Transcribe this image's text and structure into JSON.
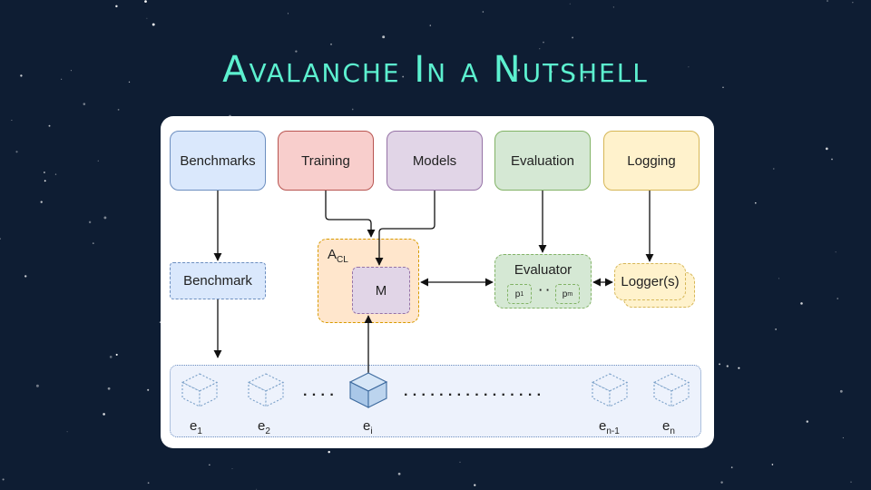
{
  "title": "Avalanche In a Nutshell",
  "components": {
    "benchmarks": "Benchmarks",
    "training": "Training",
    "models": "Models",
    "evaluation": "Evaluation",
    "logging": "Logging"
  },
  "instances": {
    "benchmark": "Benchmark",
    "strategy_base": "A",
    "strategy_sub": "CL",
    "model": "M",
    "evaluator": "Evaluator",
    "plugin_first_base": "p",
    "plugin_first_sub": "1",
    "plugin_last_base": "p",
    "plugin_last_sub": "m",
    "plugin_gap": "· ·",
    "loggers": "Logger(s)"
  },
  "stream": {
    "gap_short": "· · · ·",
    "gap_long": "· · · · · · · · · · · · · · · ·",
    "experiences": [
      {
        "base": "e",
        "sub": "1"
      },
      {
        "base": "e",
        "sub": "2"
      },
      {
        "base": "e",
        "sub": "i"
      },
      {
        "base": "e",
        "sub": "n-1"
      },
      {
        "base": "e",
        "sub": "n"
      }
    ]
  },
  "colors": {
    "blue_fill": "#dae8fc",
    "blue_stroke": "#6c8ebf",
    "red_fill": "#f8cecc",
    "red_stroke": "#b85450",
    "purple_fill": "#e1d5e7",
    "purple_stroke": "#9673a6",
    "green_fill": "#d5e8d4",
    "green_stroke": "#82b366",
    "yellow_fill": "#fff2cc",
    "yellow_stroke": "#d6b656",
    "orange_fill": "#ffe6cc",
    "orange_stroke": "#d79b00",
    "title": "#5cf0cf",
    "background": "#0e1d33"
  }
}
